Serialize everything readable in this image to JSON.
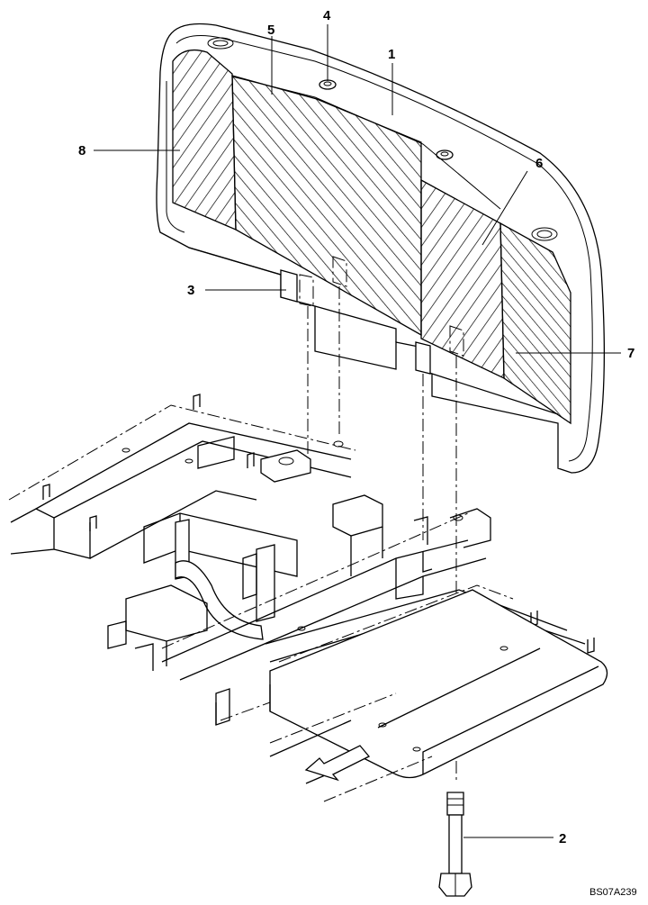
{
  "diagram": {
    "drawing_code": "BS07A239",
    "callouts": [
      {
        "id": "c1",
        "label": "1"
      },
      {
        "id": "c2",
        "label": "2"
      },
      {
        "id": "c3",
        "label": "3"
      },
      {
        "id": "c4",
        "label": "4"
      },
      {
        "id": "c5",
        "label": "5"
      },
      {
        "id": "c6",
        "label": "6"
      },
      {
        "id": "c7",
        "label": "7"
      },
      {
        "id": "c8",
        "label": "8"
      }
    ],
    "direction_arrow": "front-direction-arrow"
  },
  "colors": {
    "line": "#000000",
    "background": "#ffffff"
  }
}
